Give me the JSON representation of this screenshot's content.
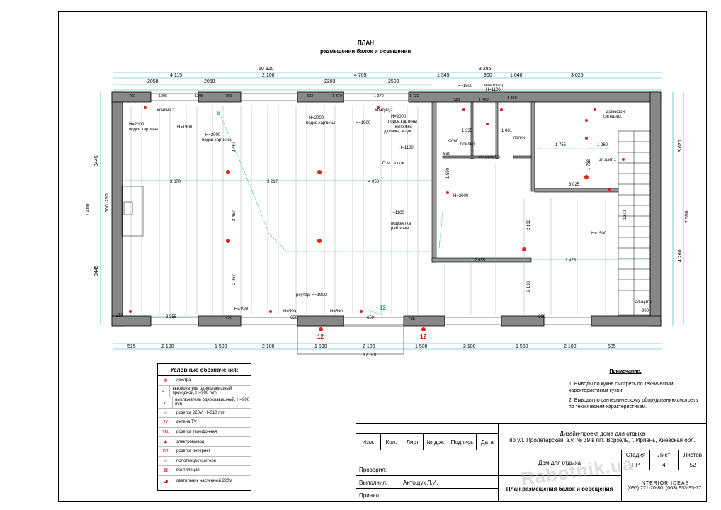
{
  "title": {
    "main": "ПЛАН",
    "sub": "размещения балок и освещения"
  },
  "dims_top": {
    "row1": [
      "10 920",
      "3 285"
    ],
    "row2": [
      "4 115",
      "2 100",
      "4 705",
      "1 345",
      "900",
      "1 040",
      "3 025"
    ],
    "row3": [
      "2058",
      "2058",
      "2203",
      "2503"
    ],
    "row4": [
      "760",
      "1295",
      "1295",
      "760",
      "833",
      "1 370",
      "1 370",
      "1 132",
      "743",
      "1 192",
      "1 332"
    ]
  },
  "dims_bottom": {
    "row1": [
      "515",
      "2 100",
      "1 500",
      "2 100",
      "1 500",
      "2 100",
      "1 500",
      "2 100",
      "1 500",
      "2 100",
      "585"
    ],
    "total": "17 600"
  },
  "dims_left": [
    "3445",
    "500",
    "250",
    "7 400",
    "3445"
  ],
  "dims_right": [
    "3 020",
    "7 550",
    "4 260"
  ],
  "plan_labels": {
    "beam_3670": "3 670",
    "beam_3217": "3 217",
    "beam_4058": "4 058",
    "beam_2955": "2 955",
    "beam_3475": "3 475",
    "beam_3355": "3 355",
    "h2000_1": "Н=2000",
    "podsv_1": "подсв.картины",
    "h1900_1": "Н=1900",
    "h2000_2": "Н=2000",
    "podsv_2": "подсв.картины",
    "h2000_3": "Н=2000",
    "podsv_3": "подсв.картины",
    "h1900_2": "Н=1900",
    "h2000_4": "Н=2000",
    "podsv_4": "подсв.картины",
    "vytyazhka": "вытяжка",
    "dukhovka": "духовка, в цок.",
    "h1100_1": "Н=1100",
    "pm": "П.М., в цок.",
    "h1100_2": "Н=1100",
    "podsvetka_rab": "подсветка",
    "rab_zony": "раб.зоны",
    "h2000_5": "Н=2000",
    "h1500": "Н=1500",
    "h1800": "Н=1800",
    "vlagozasch": "влагозащ.",
    "h1100_3": "Н=1100",
    "konditsioner3": "кондиц.3",
    "konditsioner2": "кондиц.2",
    "konditsioner1": "кондиц.1",
    "polki": "полки",
    "kotel": "котел",
    "boiler": "бойлер",
    "domofon": "домофон",
    "signaliz": "сигнализ.",
    "el_schit1": "эл.щит 1",
    "el_schit2": "эл.щит 2",
    "router": "роутер",
    "h1900_3": "Н=1900",
    "h1900_4": "Н=1900",
    "h590_1": "Н=590",
    "h590_2": "Н=590",
    "d1335": "1 335",
    "d1081": "1 081",
    "d1755": "1 755",
    "d1260": "1 260",
    "d3025": "3 025",
    "d2467": "2 467",
    "d2130": "2 130",
    "d1590": "1 590",
    "d630": "630",
    "d990": "990",
    "d1370": "1370",
    "d1738": "1 738",
    "n6": "6",
    "n12": "12",
    "d750": "750",
    "d650": "650",
    "d725": "725",
    "d200": "200",
    "d257": "257"
  },
  "legend": {
    "header": "Условные обозначения:",
    "items": [
      {
        "icon": "chandelier-icon",
        "symbol": "⊗",
        "label": "люстра"
      },
      {
        "icon": "switch-pass-icon",
        "symbol": "↙",
        "label": "выключатель одноклавишный проходной, Н=900 mm"
      },
      {
        "icon": "switch-single-icon",
        "symbol": "↙",
        "label": "выключатель одноклавишный, Н=900 mm"
      },
      {
        "icon": "socket-icon",
        "symbol": "⌂",
        "label": "розетка 220V, Н=310 mm"
      },
      {
        "icon": "tv-antenna-icon",
        "symbol": "TV",
        "label": "антена TV"
      },
      {
        "icon": "phone-socket-icon",
        "symbol": "TEL",
        "label": "розетка телефонная"
      },
      {
        "icon": "electric-outlet-icon",
        "symbol": "▲",
        "label": "электровывод"
      },
      {
        "icon": "internet-socket-icon",
        "symbol": "INT",
        "label": "розетка интернет"
      },
      {
        "icon": "towel-dryer-icon",
        "symbol": "⌂",
        "label": "полотенцесушитель"
      },
      {
        "icon": "ventilation-icon",
        "symbol": "⊠",
        "label": "вентиляция"
      },
      {
        "icon": "wall-lamp-icon",
        "symbol": "◢",
        "label": "светильник настенный 220V"
      }
    ]
  },
  "notes": {
    "heading": "Примечание:",
    "items": [
      "1. Выводы по кухне смотреть по техническим характеристикам кухни;",
      "2. Выводы по сантехническому оборудованию смотреть по техническим характеристикам."
    ]
  },
  "stamp": {
    "col_izm": "Изм.",
    "col_kol": "Кол.",
    "col_list": "Лист",
    "col_ndok": "№ док.",
    "col_podpis": "Подпись",
    "col_data": "Дата",
    "project_title": "Дизайн-проект дома для отдыха",
    "project_address": "по ул. Пролетарская, з.у. № 39 в пгт. Ворзель, г. Ирпень, Киевская обл.",
    "object_name": "Дом для отдыха",
    "sheet_title": "План размещения балок и освещения",
    "proveril": "Проверил:",
    "vypolnil": "Выполнил:",
    "vypolnil_name": "Антощук Л.И.",
    "prinyal": "Принял:",
    "stage_h": "Стадия",
    "list_h": "Лист",
    "listov_h": "Листов",
    "stage": "ПР",
    "list": "4",
    "listov": "52",
    "company": "INTERIOR IDEAS",
    "phones": "(095) 271-20-80, (063) 953-95-77"
  },
  "watermark": "Rabotnik.ua"
}
